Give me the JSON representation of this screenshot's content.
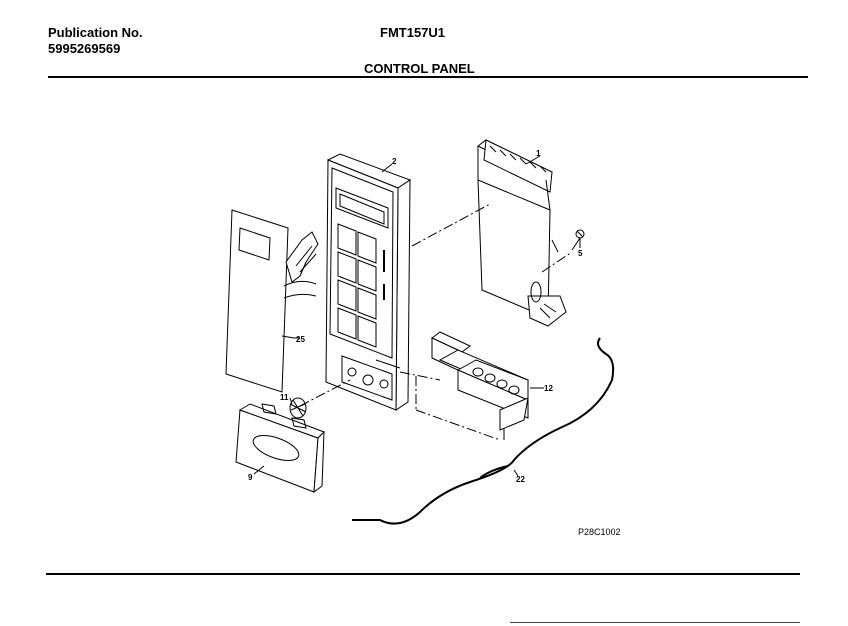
{
  "header": {
    "publication_label": "Publication No.",
    "publication_number": "5995269569",
    "model": "FMT157U1",
    "section_title": "CONTROL PANEL"
  },
  "diagram": {
    "figure_code": "P28C1002",
    "part_labels": {
      "p1": "1",
      "p2": "2",
      "p5": "5",
      "p9": "9",
      "p11": "11",
      "p12": "12",
      "p22": "22",
      "p25": "25"
    }
  }
}
